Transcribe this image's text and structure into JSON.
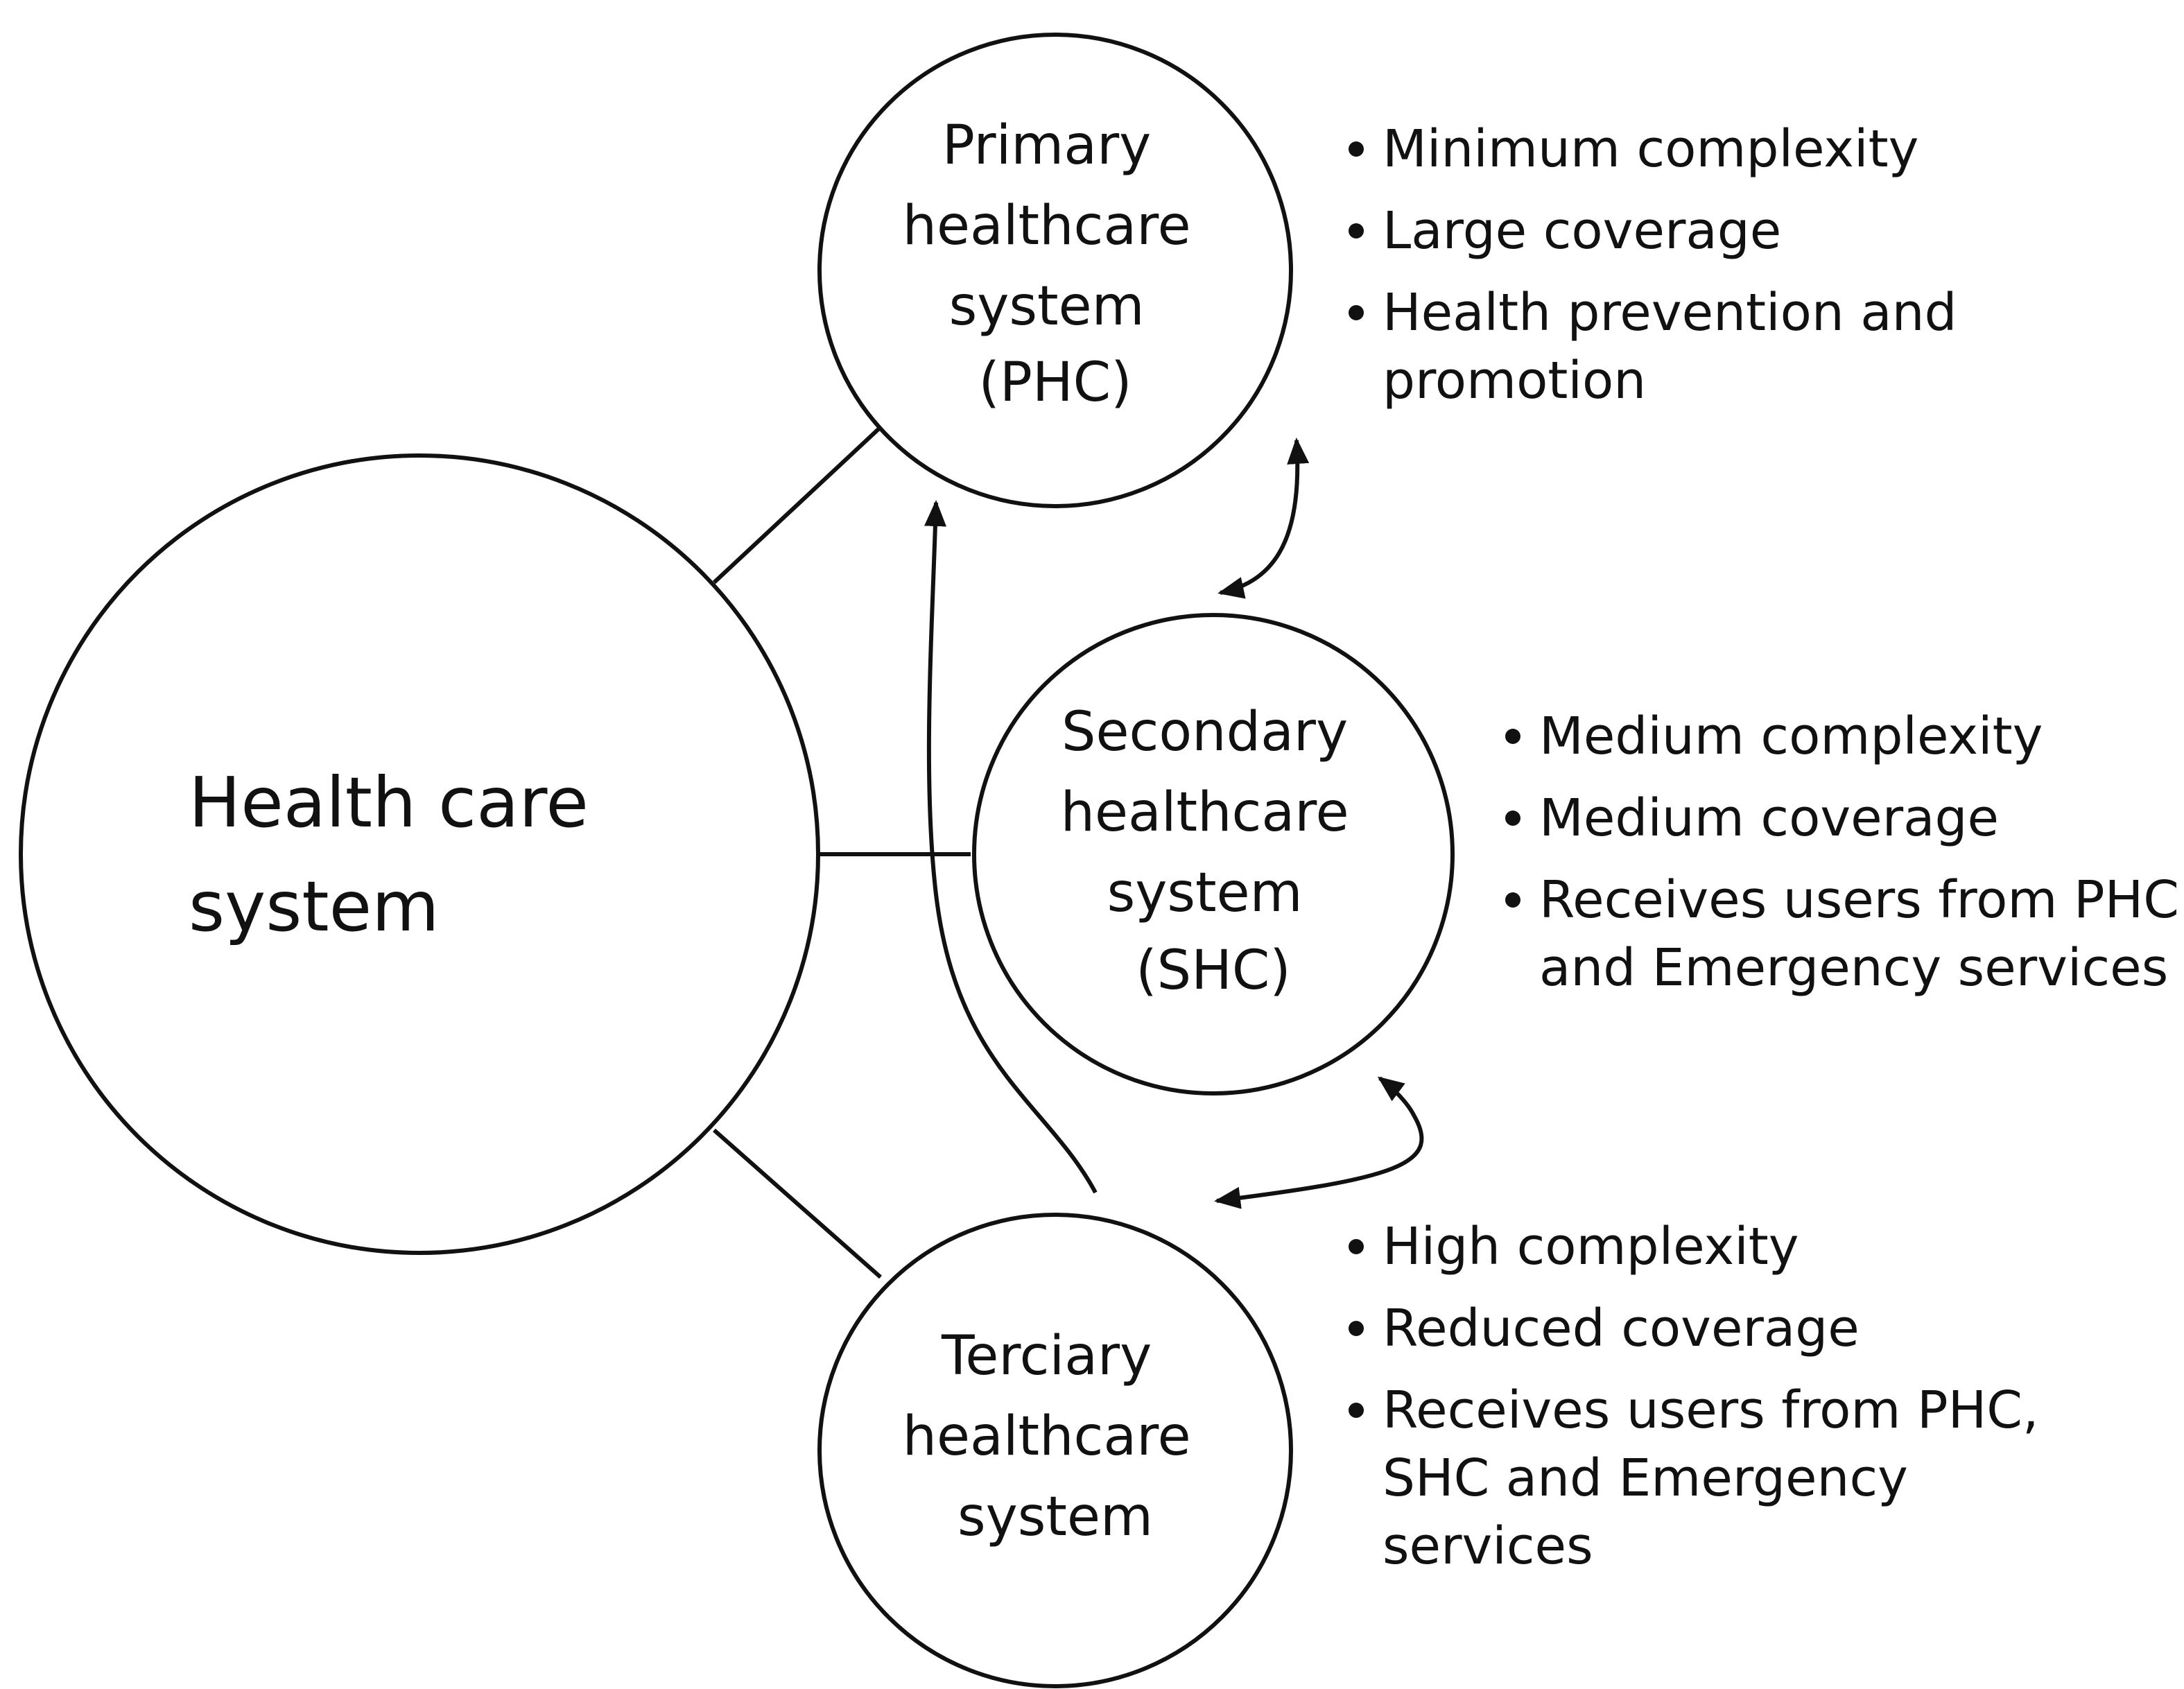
{
  "main": {
    "label": [
      "Health care",
      "system"
    ]
  },
  "primary": {
    "label": [
      "Primary",
      "healthcare",
      "system",
      "(PHC)"
    ],
    "bullets": [
      [
        "Minimum complexity"
      ],
      [
        "Large coverage"
      ],
      [
        "Health prevention and",
        "promotion"
      ]
    ]
  },
  "secondary": {
    "label": [
      "Secondary",
      "healthcare",
      "system",
      "(SHC)"
    ],
    "bullets": [
      [
        "Medium complexity"
      ],
      [
        "Medium coverage"
      ],
      [
        "Receives users from PHC",
        "and Emergency services"
      ]
    ]
  },
  "tertiary": {
    "label": [
      "Terciary",
      "healthcare",
      "system"
    ],
    "bullets": [
      [
        "High complexity"
      ],
      [
        "Reduced coverage"
      ],
      [
        "Receives users from PHC,",
        "SHC and Emergency",
        "services"
      ]
    ]
  }
}
